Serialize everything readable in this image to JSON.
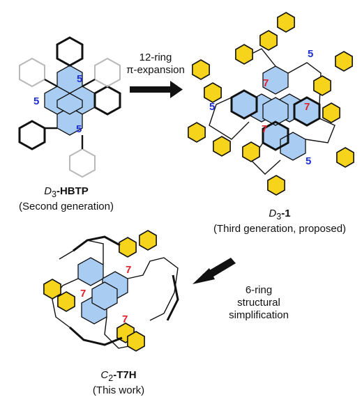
{
  "molecules": {
    "hbtp": {
      "symmetry": "D",
      "symmetry_sub": "3",
      "name": "-HBTP",
      "generation": "(Second generation)",
      "ring_labels": [
        "5",
        "5",
        "5"
      ]
    },
    "d3_1": {
      "symmetry": "D",
      "symmetry_sub": "3",
      "name": "-1",
      "generation": "(Third generation, proposed)",
      "ring_labels_5": [
        "5",
        "5",
        "5"
      ],
      "ring_labels_7": [
        "7",
        "7",
        "7"
      ]
    },
    "t7h": {
      "symmetry": "C",
      "symmetry_sub": "2",
      "name": "-T7H",
      "generation": "(This work)",
      "ring_labels_7": [
        "7",
        "7",
        "7"
      ]
    }
  },
  "arrows": {
    "expansion": {
      "line1": "12-ring",
      "line2": "π-expansion"
    },
    "simplification": {
      "line1": "6-ring",
      "line2": "structural",
      "line3": "simplification"
    }
  },
  "colors": {
    "core_blue": "#a9cdf2",
    "phenyl_yellow": "#f6d41c",
    "ring5_label": "#1f2fd0",
    "ring7_label": "#e0202a"
  }
}
